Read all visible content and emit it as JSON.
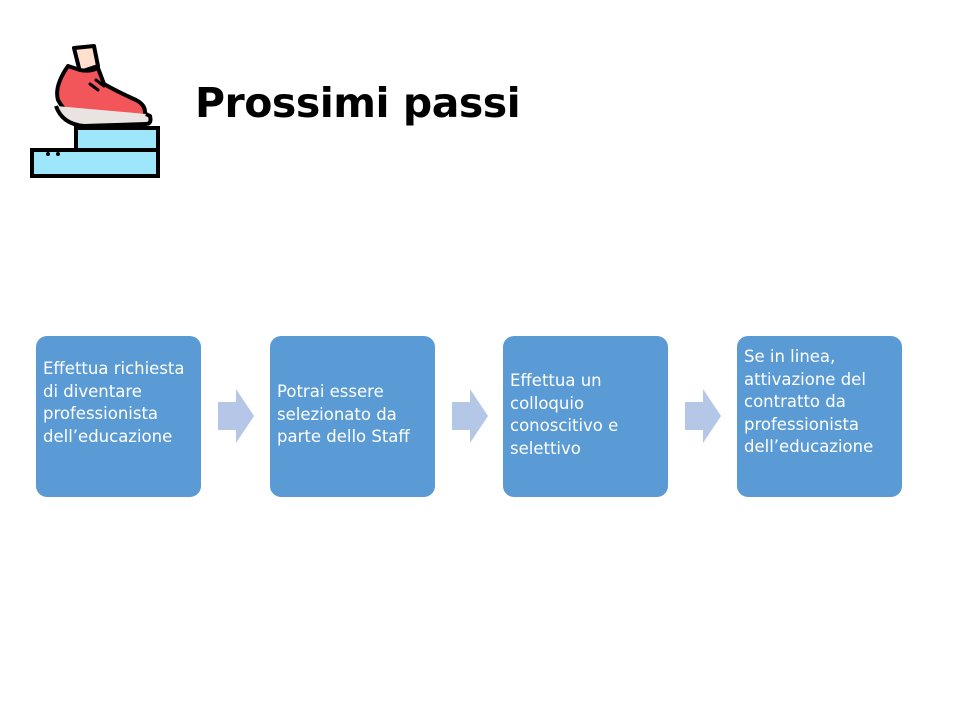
{
  "slide": {
    "title": "Prossimi passi"
  },
  "steps": [
    {
      "text": "Effettua richiesta di diventare professionista dell’educazione"
    },
    {
      "text": "Potrai essere selezionato da parte dello Staff"
    },
    {
      "text": "Effettua un colloquio conoscitivo e selettivo"
    },
    {
      "text": "Se in linea, attivazione del contratto da professionista dell’educazione"
    }
  ],
  "colors": {
    "step_box": "#5b9bd5",
    "arrow": "#b4c7e7",
    "title": "#000000",
    "shoe_red": "#f2555a",
    "stairs_blue": "#9ee6fa"
  },
  "icon": {
    "logo": "shoe-stepping-on-stairs-icon"
  }
}
